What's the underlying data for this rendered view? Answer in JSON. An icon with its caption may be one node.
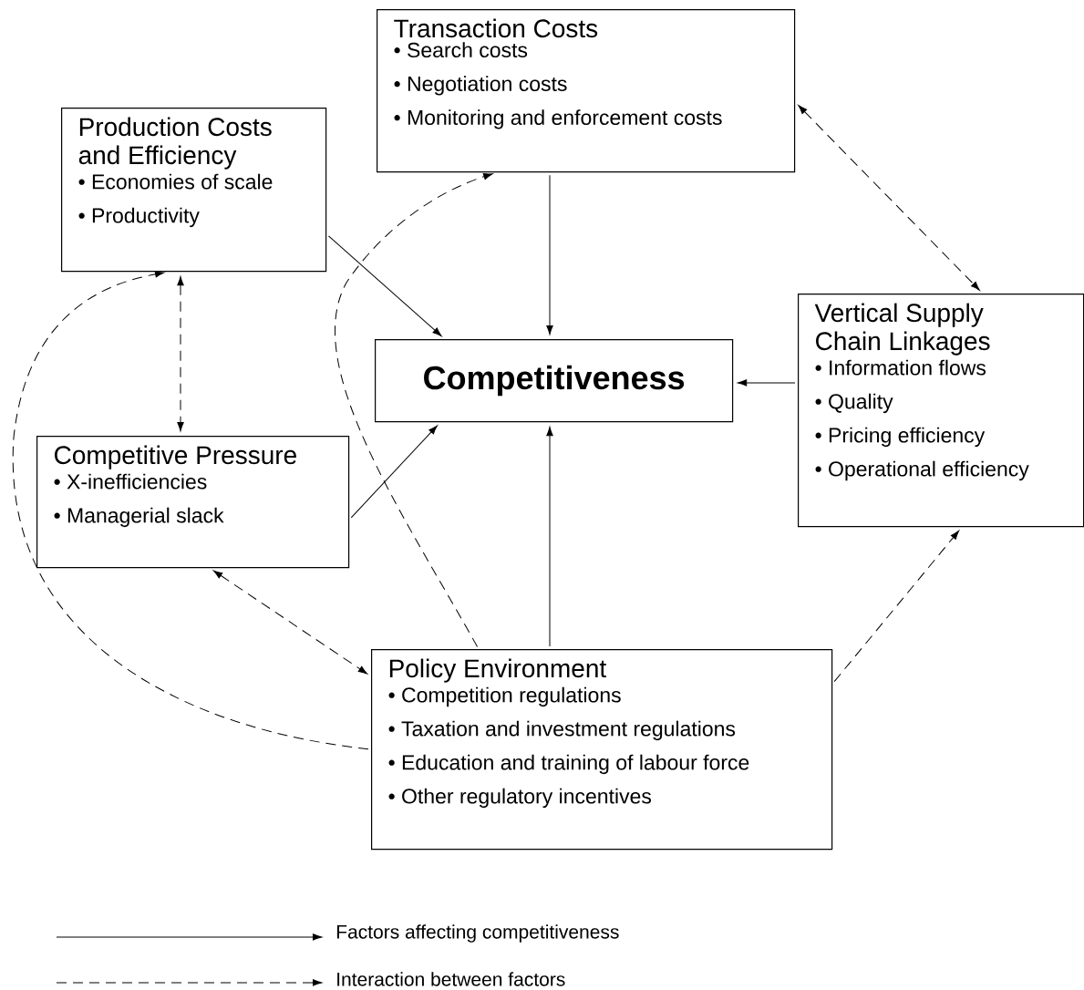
{
  "diagram": {
    "nodes": [
      {
        "text": [
          "Transaction Costs",
          "• Search costs",
          "• Negotiation costs",
          "• Monitoring and enforcement costs"
        ]
      },
      {
        "text": [
          "Production Costs and Efficiency",
          "• Economies of scale",
          "• Productivity"
        ]
      },
      {
        "text": [
          "Competitiveness"
        ]
      },
      {
        "text": [
          "Vertical Supply Chain Linkages",
          "• Information flows",
          "• Quality",
          "• Pricing efficiency",
          "• Operational efficiency"
        ]
      },
      {
        "text": [
          "Competitive Pressure",
          "• X-inefficiencies",
          "• Managerial slack"
        ]
      },
      {
        "text": [
          "Policy Environment",
          "• Competition regulations",
          "• Taxation and investment regulations",
          "• Education and training of labour force",
          "• Other regulatory incentives"
        ]
      }
    ],
    "edges": [
      {
        "from": 0,
        "to": 2,
        "arrow": "to"
      },
      {
        "from": 1,
        "to": 2,
        "arrow": "to"
      },
      {
        "from": 3,
        "to": 2,
        "arrow": "to"
      },
      {
        "from": 4,
        "to": 2,
        "arrow": "to"
      },
      {
        "from": 5,
        "to": 2,
        "arrow": "to"
      },
      {
        "from": 0,
        "to": 3,
        "arrow": "both",
        "style": "dashed"
      },
      {
        "from": 1,
        "to": 4,
        "arrow": "both",
        "style": "dashed"
      },
      {
        "from": 5,
        "to": 0,
        "arrow": "to",
        "style": "dashed"
      },
      {
        "from": 5,
        "to": 1,
        "arrow": "to",
        "style": "dashed"
      },
      {
        "from": 4,
        "to": 5,
        "arrow": "both",
        "style": "dashed"
      },
      {
        "from": 5,
        "to": 3,
        "arrow": "to",
        "style": "dashed"
      }
    ],
    "legend": [
      {
        "text": "Factors affecting competitiveness"
      },
      {
        "text": "Interaction between factors"
      }
    ]
  }
}
